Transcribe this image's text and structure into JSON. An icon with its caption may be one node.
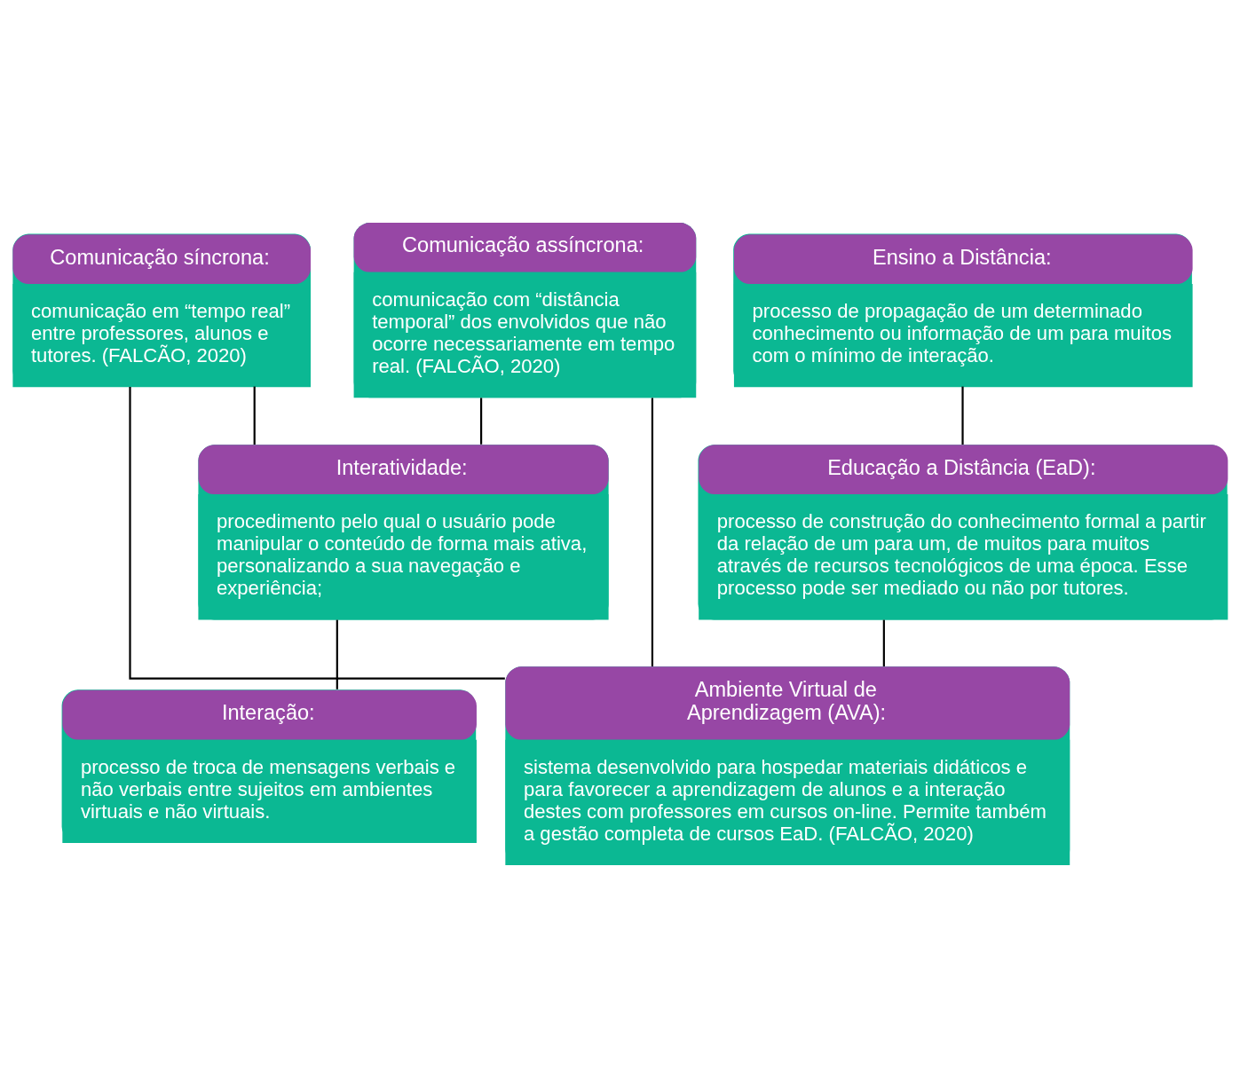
{
  "diagram": {
    "nodes": [
      {
        "text": [
          "Ensino a Distância:",
          "processo de propagação de um determinado conhecimento ou informação de um para muitos com o mínimo de interação."
        ]
      },
      {
        "text": [
          "Comunicação assíncrona:",
          "comunicação com “distância temporal” dos envolvidos que não ocorre necessariamente em tempo real. (FALCÃO, 2020)"
        ]
      },
      {
        "text": [
          "Comunicação síncrona:",
          "comunicação em “tempo real” entre professores, alunos e tutores. (FALCÃO, 2020)"
        ]
      },
      {
        "text": [
          "Educação a Distância (EaD):",
          "processo de construção do conhecimento formal a partir da relação de um para um, de muitos para muitos através de recursos tecnológicos de uma época. Esse processo pode ser mediado ou não por tutores."
        ]
      },
      {
        "text": [
          "Interatividade:",
          "procedimento pelo qual o usuário pode manipular o conteúdo de forma mais ativa, personalizando a sua navegação e experiência;"
        ]
      },
      {
        "text": [
          "Ambiente Virtual de Aprendizagem (AVA):",
          "sistema desenvolvido para hospedar materiais didáticos e para favorecer a aprendizagem de alunos e a interação destes com professores em cursos on-line. Permite também a gestão completa de cursos EaD. (FALCÃO, 2020)"
        ]
      },
      {
        "text": [
          "Interação:",
          "processo de troca de mensagens verbais e não verbais entre sujeitos em ambientes virtuais e não virtuais."
        ]
      }
    ],
    "edges": [
      {
        "from": 0,
        "to": 3,
        "arrow": "none"
      },
      {
        "from": 3,
        "to": 5,
        "arrow": "none"
      },
      {
        "from": 1,
        "to": 4,
        "arrow": "none"
      },
      {
        "from": 2,
        "to": 4,
        "arrow": "none"
      },
      {
        "from": 1,
        "to": 5,
        "arrow": "none"
      },
      {
        "from": 2,
        "to": 5,
        "arrow": "none"
      },
      {
        "from": 4,
        "to": 6,
        "arrow": "none"
      }
    ]
  }
}
